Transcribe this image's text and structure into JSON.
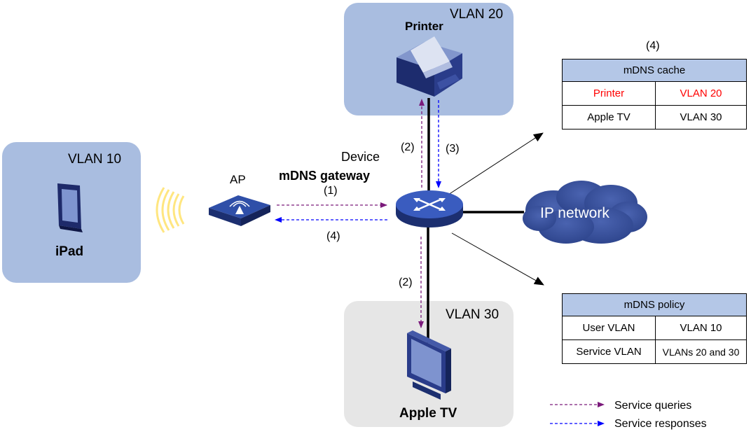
{
  "vlan10": {
    "label": "VLAN 10",
    "device": "iPad"
  },
  "vlan20": {
    "label": "VLAN 20",
    "device": "Printer"
  },
  "vlan30": {
    "label": "VLAN 30",
    "device": "Apple TV"
  },
  "ap": {
    "label": "AP"
  },
  "gateway": {
    "line1": "Device",
    "line2": "mDNS gateway"
  },
  "ip_network": {
    "label": "IP network"
  },
  "steps": {
    "s1": "(1)",
    "s2_top": "(2)",
    "s3": "(3)",
    "s4_left": "(4)",
    "s2_bottom": "(2)",
    "s4_cache": "(4)"
  },
  "cache": {
    "title": "mDNS cache",
    "rows": [
      {
        "name": "Printer",
        "vlan": "VLAN 20"
      },
      {
        "name": "Apple TV",
        "vlan": "VLAN 30"
      }
    ]
  },
  "policy": {
    "title": "mDNS policy",
    "rows": [
      {
        "name": "User VLAN",
        "vlan": "VLAN 10"
      },
      {
        "name": "Service VLAN",
        "vlan": "VLANs 20 and 30"
      }
    ]
  },
  "legend": {
    "queries": "Service queries",
    "responses": "Service responses"
  },
  "colors": {
    "query": "#7b1a7b",
    "response": "#0000ff",
    "vlan_blue": "#a9bde0",
    "vlan_grey": "#e6e6e6",
    "highlight": "#ff0000"
  }
}
